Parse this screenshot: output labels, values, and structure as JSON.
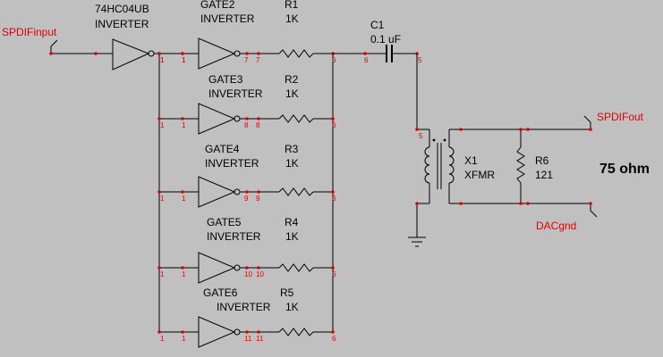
{
  "colors": {
    "background": "#c0c0c0",
    "wire": "#000000",
    "pin": "#e00000",
    "text": "#000000"
  },
  "ports": {
    "input": "SPDIFinput",
    "output": "SPDIFout",
    "ground": "DACgnd"
  },
  "buffer": {
    "part": "74HC04UB",
    "type": "INVERTER"
  },
  "gates": [
    {
      "name": "GATE2",
      "type": "INVERTER",
      "in_node": "1",
      "out_node": "7",
      "res_name": "R1",
      "res_value": "1K",
      "res_out_node": "6"
    },
    {
      "name": "GATE3",
      "type": "INVERTER",
      "in_node": "1",
      "out_node": "8",
      "res_name": "R2",
      "res_value": "1K",
      "res_out_node": "6"
    },
    {
      "name": "GATE4",
      "type": "INVERTER",
      "in_node": "1",
      "out_node": "9",
      "res_name": "R3",
      "res_value": "1K",
      "res_out_node": "6"
    },
    {
      "name": "GATE5",
      "type": "INVERTER",
      "in_node": "1",
      "out_node": "10",
      "res_name": "R4",
      "res_value": "1K",
      "res_out_node": "6"
    },
    {
      "name": "GATE6",
      "type": "INVERTER",
      "in_node": "1",
      "out_node": "11",
      "res_name": "R5",
      "res_value": "1K",
      "res_out_node": "6"
    }
  ],
  "capacitor": {
    "name": "C1",
    "value": "0.1 uF",
    "in_node": "6",
    "out_node": "5"
  },
  "transformer": {
    "name": "X1",
    "type": "XFMR",
    "primary_node": "5"
  },
  "load_resistor": {
    "name": "R6",
    "value": "121"
  },
  "impedance_note": "75 ohm",
  "buffer_nodes": {
    "out": "1",
    "in": "1"
  }
}
